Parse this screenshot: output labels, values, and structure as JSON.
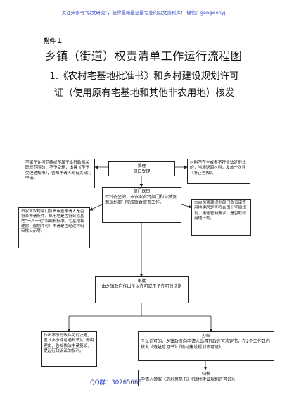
{
  "header_note": "关注头条号“公文研究”，获得最新最全最专业的公文资料库！ 微信：gongwenyj",
  "attachment_label": "附件 1",
  "title": "乡镇（街道）权责清单工作运行流程图",
  "subtitle_line1": "1.《农村宅基地批准书》和乡村建设规划许可",
  "subtitle_line2": "证（使用原有宅基地和其他非农用地）核发",
  "flow": {
    "reject_left": "不属于许可范畴或不属于本行政机关职权范围的，不予受理，出具《不予受理通知书》，告知申请人向有关部门申请。",
    "accept_title": "受理",
    "accept_sub": "窗口受理",
    "materials_incomplete": "材料不齐全或者不符合法定形式的，当场退回材料，发放一次性《补正告知》。",
    "joint_title": "部门联审",
    "joint_text": "材料齐全的，市农业农村部门和自然资源规划部门完成联合审查工作。",
    "agri_review": "市农业农村部门负责审查申请人是否符合申请条件，拟用地是否符合宅基地“一户一宅”和面积标准、宅基地和建房（规划许可）申请是否经过村组审核公示等。",
    "nature_review": "市自然资源规划部门负责审查用地建房是否符合国土空间规划、用途管制要求，是否取得用地计划。",
    "approve_title": "审批",
    "approve_text": "由乡镇政府作出予以许可或不予许可的决定",
    "deny_text": "作出不予行政许可的决定，发《不予许可通知书》，说明理由，告知依法申请复议，提起行政诉讼的权利。",
    "handle_title": "办结",
    "handle_text": "予以许可的，乡镇政府向申请人出具行政许可决定书，在2个工作日内核发《选址意见书》《镇村建设规划许可证》",
    "file_title": "归档",
    "file_text": "申请人领取《选址意见书》《镇村建设规划许可证》。"
  },
  "qq_group": "QQ群：30265665"
}
